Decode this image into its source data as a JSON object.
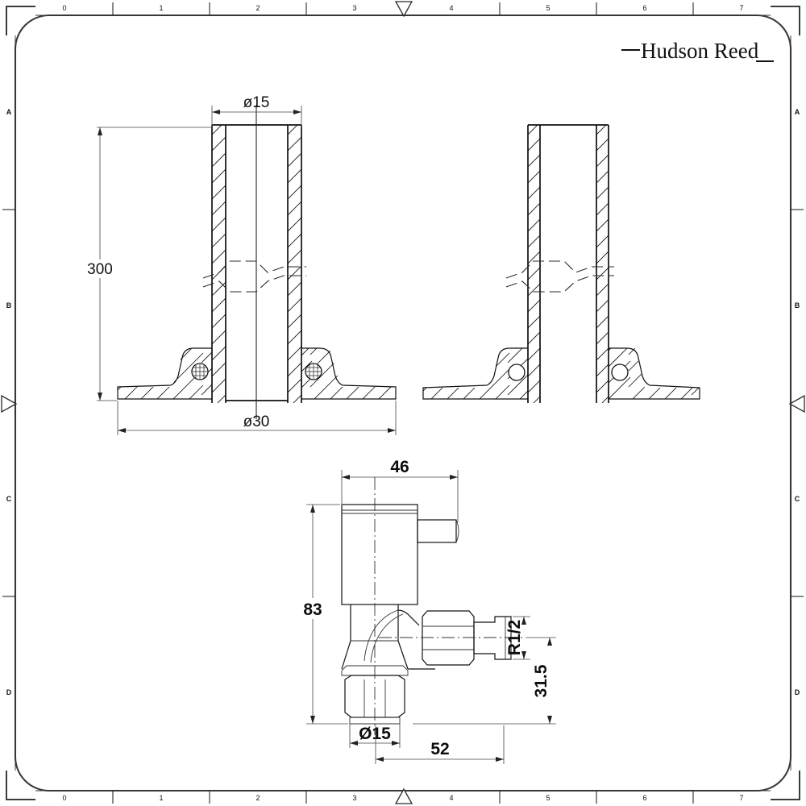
{
  "document": {
    "type": "technical-drawing",
    "brand_logo": "Hudson Reed"
  },
  "rulers": {
    "top_numbers": [
      "0",
      "1",
      "2",
      "3",
      "4",
      "5",
      "6",
      "7"
    ],
    "bottom_numbers": [
      "0",
      "1",
      "2",
      "3",
      "4",
      "5",
      "6",
      "7"
    ],
    "left_letters": [
      "A",
      "B",
      "C",
      "D"
    ],
    "right_letters": [
      "A",
      "B",
      "C",
      "D"
    ],
    "marker": "triangle-pointer"
  },
  "views": {
    "pipe_section": {
      "name": "pipe-flange-cross-section",
      "dimensions": {
        "bore_diameter": "ø15",
        "height": "300",
        "flange_diameter": "ø30"
      }
    },
    "pipe_elevation": {
      "name": "pipe-flange-elevation",
      "dimensions": {}
    },
    "valve": {
      "name": "angled-radiator-valve",
      "dimensions": {
        "width": "46",
        "height": "83",
        "thread": "R1/2",
        "centre_height": "31.5",
        "outlet_diameter": "Ø15",
        "length": "52"
      }
    }
  },
  "colors": {
    "line": "#1a1a1a",
    "frame": "#3b3b3b",
    "background": "#ffffff"
  }
}
